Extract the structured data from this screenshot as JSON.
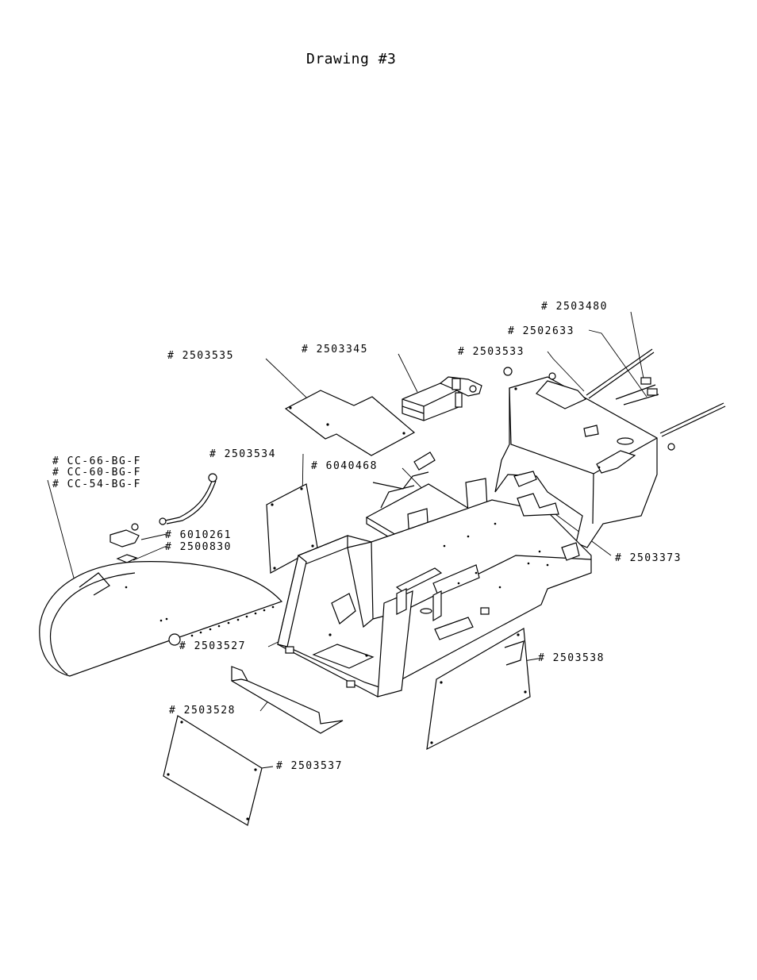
{
  "title": "Drawing #3",
  "labels": [
    {
      "id": "2503480",
      "text": "# 2503480"
    },
    {
      "id": "2502633",
      "text": "# 2502633"
    },
    {
      "id": "2503533",
      "text": "# 2503533"
    },
    {
      "id": "2503535",
      "text": "# 2503535"
    },
    {
      "id": "2503345",
      "text": "# 2503345"
    },
    {
      "id": "cc66",
      "text": "# CC-66-BG-F"
    },
    {
      "id": "cc60",
      "text": "# CC-60-BG-F"
    },
    {
      "id": "cc54",
      "text": "# CC-54-BG-F"
    },
    {
      "id": "2503534",
      "text": "# 2503534"
    },
    {
      "id": "6040468",
      "text": "# 6040468"
    },
    {
      "id": "6010261",
      "text": "# 6010261"
    },
    {
      "id": "2500830",
      "text": "# 2500830"
    },
    {
      "id": "2503373",
      "text": "# 2503373"
    },
    {
      "id": "2503527",
      "text": "# 2503527"
    },
    {
      "id": "2503538",
      "text": "# 2503538"
    },
    {
      "id": "2503528",
      "text": "# 2503528"
    },
    {
      "id": "2503537",
      "text": "# 2503537"
    }
  ]
}
